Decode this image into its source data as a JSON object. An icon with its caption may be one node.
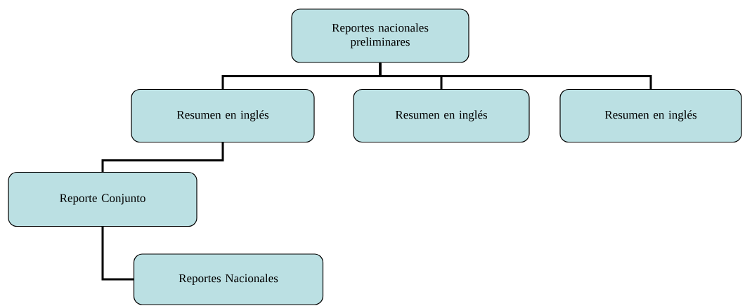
{
  "diagram": {
    "nodes": [
      {
        "text": [
          "Reportes nacionales preliminares"
        ]
      },
      {
        "text": [
          "Resumen en inglés"
        ]
      },
      {
        "text": [
          "Resumen en inglés"
        ]
      },
      {
        "text": [
          "Resumen en inglés"
        ]
      },
      {
        "text": [
          "Reporte Conjunto"
        ]
      },
      {
        "text": [
          "Reportes Nacionales"
        ]
      }
    ],
    "edges": [
      {
        "from": 0,
        "to": 1,
        "arrow": "none"
      },
      {
        "from": 0,
        "to": 2,
        "arrow": "none"
      },
      {
        "from": 0,
        "to": 3,
        "arrow": "none"
      },
      {
        "from": 1,
        "to": 4,
        "arrow": "none"
      },
      {
        "from": 4,
        "to": 5,
        "arrow": "none"
      }
    ]
  }
}
